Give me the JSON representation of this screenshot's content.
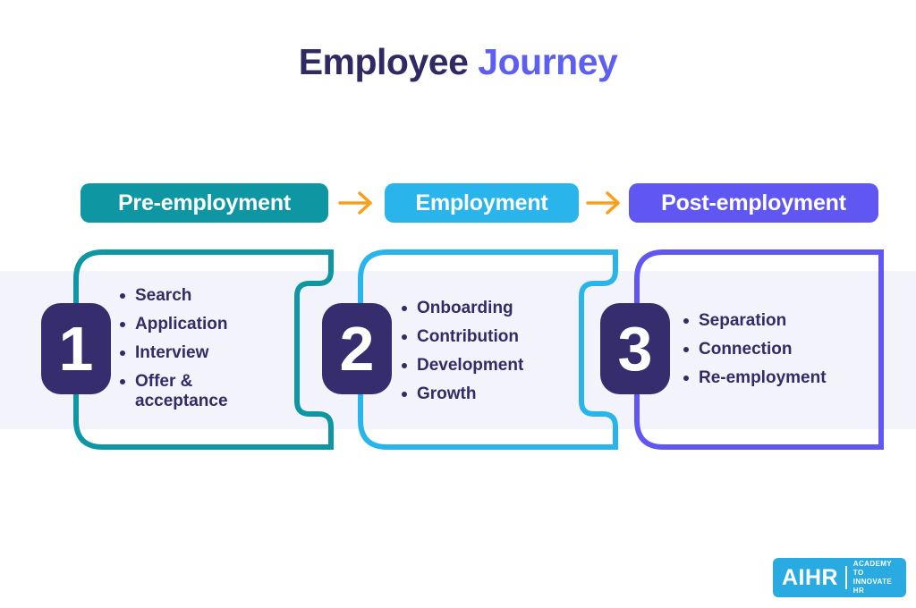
{
  "title": {
    "primary": "Employee",
    "accent": "Journey"
  },
  "stages": [
    {
      "label": "Pre-employment",
      "number": "1",
      "color": "#0E96A3",
      "items": [
        "Search",
        "Application",
        "Interview",
        "Offer & acceptance"
      ]
    },
    {
      "label": "Employment",
      "number": "2",
      "color": "#29B5EC",
      "items": [
        "Onboarding",
        "Contribution",
        "Development",
        "Growth"
      ]
    },
    {
      "label": "Post-employment",
      "number": "3",
      "color": "#6057F2",
      "items": [
        "Separation",
        "Connection",
        "Re-employment"
      ]
    }
  ],
  "logo": {
    "name": "AIHR",
    "tagline_line1": "ACADEMY TO",
    "tagline_line2": "INNOVATE HR"
  },
  "colors": {
    "stage1_teal": "#0E96A3",
    "stage2_cyan": "#29B5EC",
    "stage3_purple": "#6057F2",
    "arrow_orange": "#F9A01B",
    "number_badge_indigo": "#362D6E",
    "title_dark": "#2F2A64",
    "title_accent": "#5C5FF0",
    "band_lavender": "#F3F4FB",
    "logo_blue": "#29ABE2",
    "text_dark": "#332A66"
  }
}
